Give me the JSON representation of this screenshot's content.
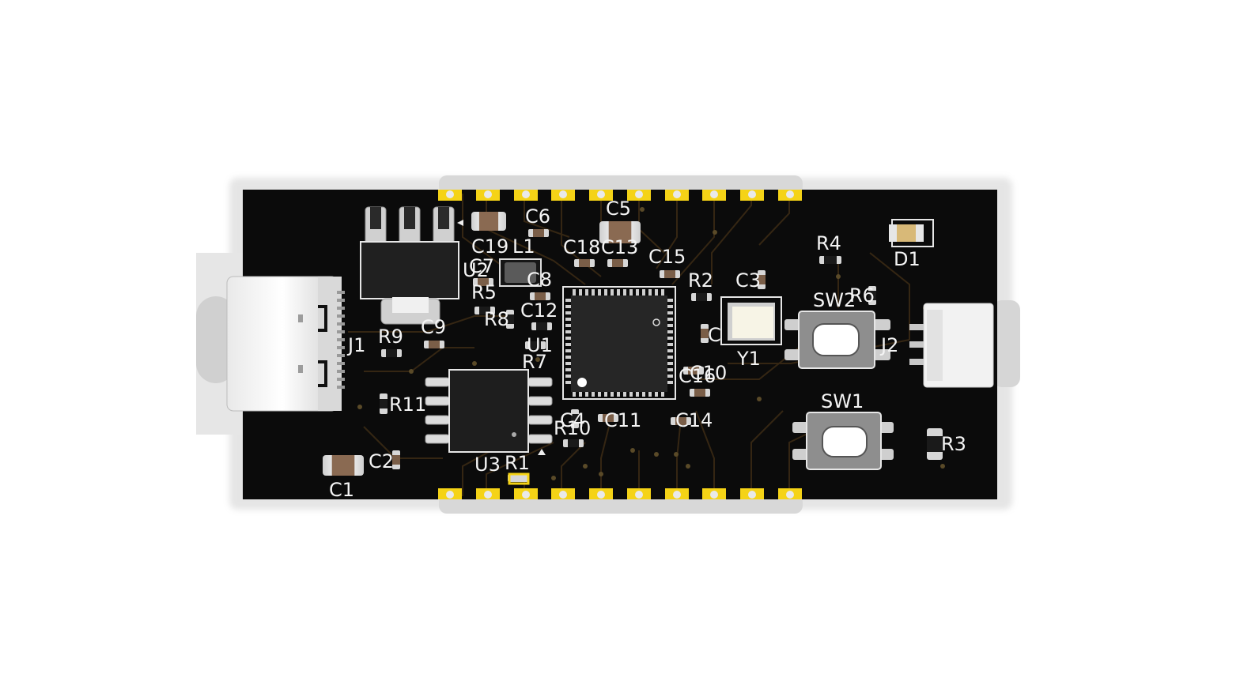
{
  "board": {
    "colors": {
      "soldermask": "#0b0b0b",
      "silkscreen": "#f4f4f4",
      "pads": "#f5d316",
      "copper_trace": "#3a2a14"
    },
    "labels": {
      "J1": "J1",
      "J2": "J2",
      "U1": "U1",
      "U2": "U2",
      "U3": "U3",
      "C1": "C1",
      "C2": "C2",
      "C3": "C3",
      "C4": "C4",
      "C5": "C5",
      "C6": "C6",
      "C7": "C7",
      "C8": "C8",
      "C9": "C9",
      "C10": "C10",
      "C11": "C11",
      "C12": "C12",
      "C13": "C13",
      "C14": "C14",
      "C15": "C15",
      "C16": "C16",
      "C17": "C",
      "C18": "C18",
      "C19": "C19",
      "R1": "R1",
      "R2": "R2",
      "R3": "R3",
      "R4": "R4",
      "R5": "R5",
      "R6": "R6",
      "R7": "R7",
      "R8": "R8",
      "R9": "R9",
      "R10": "R10",
      "R11": "R11",
      "L1": "L1",
      "D1": "D1",
      "Y1": "Y1",
      "SW1": "SW1",
      "SW2": "SW2"
    }
  }
}
